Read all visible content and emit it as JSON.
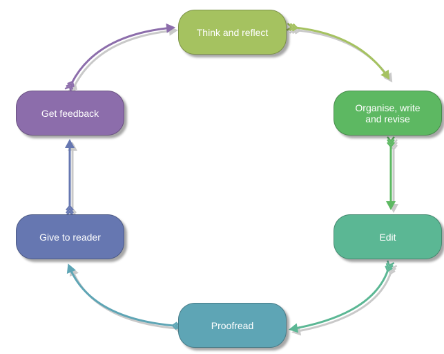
{
  "diagram": {
    "type": "cycle",
    "nodes": [
      {
        "id": "think",
        "label": "Think and reflect",
        "color": "#a5c260"
      },
      {
        "id": "org",
        "label": "Organise, write\nand revise",
        "color": "#5db862"
      },
      {
        "id": "edit",
        "label": "Edit",
        "color": "#5bb794"
      },
      {
        "id": "proof",
        "label": "Proofread",
        "color": "#5ea5b5"
      },
      {
        "id": "give",
        "label": "Give to reader",
        "color": "#6677b1"
      },
      {
        "id": "feed",
        "label": "Get feedback",
        "color": "#8c6dab"
      }
    ],
    "edges": [
      {
        "from": "think",
        "to": "org",
        "color": "#a5c260"
      },
      {
        "from": "org",
        "to": "edit",
        "color": "#5db862"
      },
      {
        "from": "edit",
        "to": "proof",
        "color": "#5bb794"
      },
      {
        "from": "proof",
        "to": "give",
        "color": "#5ea5b5"
      },
      {
        "from": "give",
        "to": "feed",
        "color": "#6677b1"
      },
      {
        "from": "feed",
        "to": "think",
        "color": "#8c6dab"
      }
    ]
  }
}
